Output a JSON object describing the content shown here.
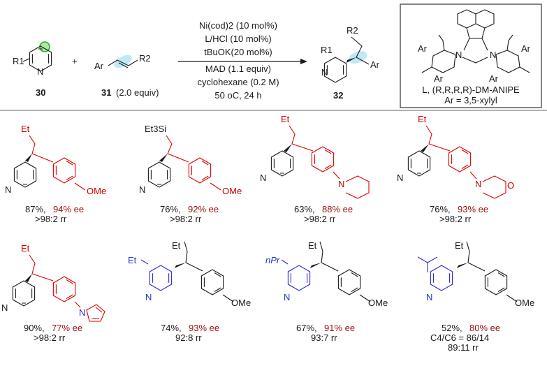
{
  "scheme": {
    "reactant1": {
      "label": "30",
      "substituent": "R1",
      "heteroatom": "N"
    },
    "reactant2": {
      "label": "31",
      "equiv": "(2.0 equiv)",
      "aryl": "Ar",
      "substituent": "R2"
    },
    "plus": "+",
    "product": {
      "label": "32",
      "substituent1": "R1",
      "substituent2": "R2",
      "aryl": "Ar",
      "heteroatom": "N"
    },
    "conditions": [
      "Ni(cod)2 (10 mol%)",
      "L/HCl (10 mol%)",
      "tBuOK(20 mol%)",
      "MAD (1.1 equiv)",
      "cyclohexane (0.2 M)",
      "50 oC, 24 h"
    ],
    "ligand": {
      "line1": "L, (R,R,R,R)-DM-ANIPE",
      "line2": "Ar = 3,5-xylyl",
      "aryl": "Ar",
      "N": "N"
    }
  },
  "entries": [
    {
      "substituent": "Et",
      "para": "OMe",
      "yield": "87%,",
      "ee": "94% ee",
      "extra": "",
      "rr": ">98:2 rr"
    },
    {
      "substituent": "Et3Si",
      "para": "OMe",
      "yield": "76%,",
      "ee": "92% ee",
      "extra": "",
      "rr": ">98:2 rr"
    },
    {
      "substituent": "Et",
      "para": "N",
      "yield": "63%,",
      "ee": "88% ee",
      "extra": "",
      "rr": ">98:2 rr"
    },
    {
      "substituent": "Et",
      "para": "N",
      "para2": "O",
      "yield": "76%,",
      "ee": "93% ee",
      "extra": "",
      "rr": ">98:2 rr"
    },
    {
      "substituent": "Et",
      "para": "N",
      "yield": "90%,",
      "ee": "77% ee",
      "extra": "",
      "rr": ">98:2 rr"
    },
    {
      "substituent": "Et",
      "para": "OMe",
      "yield": "74%,",
      "ee": "93% ee",
      "extra": "",
      "rr": "92:8 rr"
    },
    {
      "substituent": "nPr",
      "para": "OMe",
      "yield": "67%,",
      "ee": "91% ee",
      "extra": "",
      "rr": "93:7 rr"
    },
    {
      "substituent": "",
      "para": "OMe",
      "yield": "52%,",
      "ee": "80% ee",
      "extra": "C4/C6 = 86/14",
      "rr": "89:11 rr"
    }
  ],
  "colors": {
    "red": "#e00000",
    "blue": "#2a2adf",
    "ee": "#a01010"
  }
}
